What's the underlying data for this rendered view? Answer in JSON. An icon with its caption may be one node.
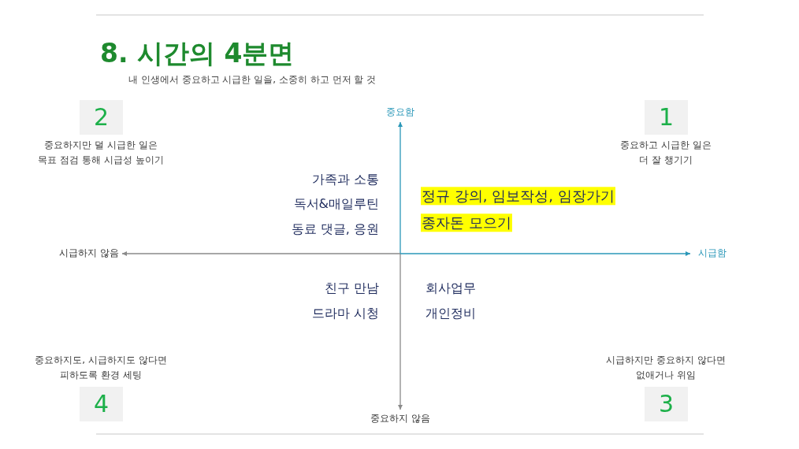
{
  "diagram": {
    "title": "8. 시간의 4분면",
    "nodes": [
      {
        "text": [
          "2"
        ],
        "beside": [
          "중요하지만 덜 시급한 일은 목표 점검 통해 시급성 높이기"
        ]
      },
      {
        "text": [
          "1"
        ],
        "beside": [
          "중요하고 시급한 일은 더 잘 챙기기"
        ]
      },
      {
        "text": [
          "4"
        ],
        "beside": [
          "중요하지도, 시급하지도 않다면 피하도록 환경 세팅"
        ]
      },
      {
        "text": [
          "3"
        ],
        "beside": [
          "시급하지만 중요하지 않다면 없애거나 위임"
        ]
      }
    ],
    "labels": [
      "내 인생에서 중요하고 시급한 일을, 소중히 하고 먼저 할 것",
      "중요함",
      "가족과 소통",
      "정규 강의, 임보작성, 임장가기",
      "독서&매일루틴",
      "종자돈 모으기",
      "동료 댓글, 응원",
      "시급하지 않음",
      "시급함",
      "친구 만남",
      "회사업무",
      "드라마 시청",
      "개인정비",
      "중요하지 않음"
    ]
  }
}
